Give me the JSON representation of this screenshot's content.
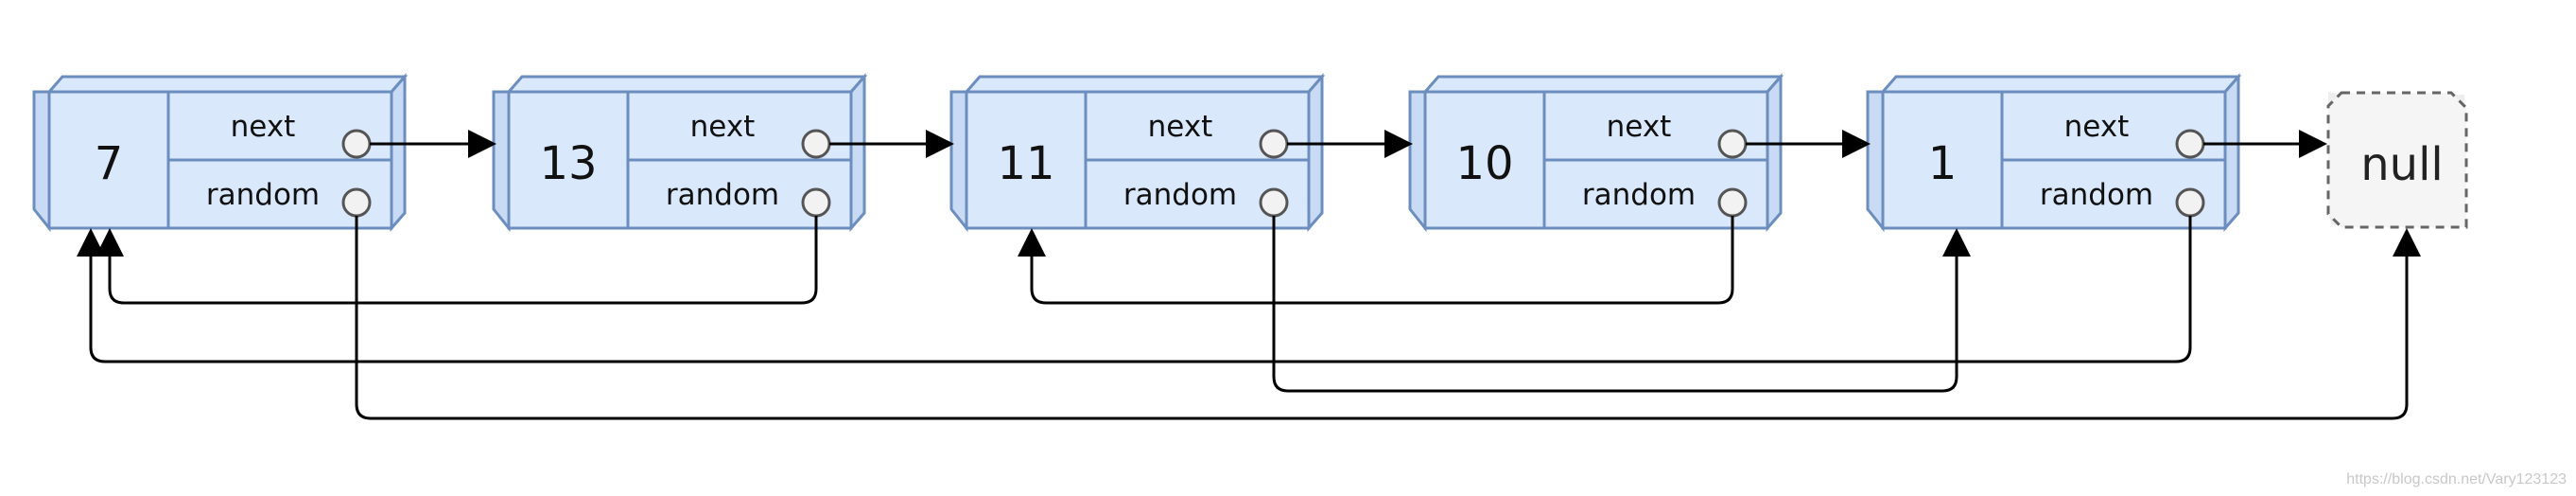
{
  "diagram": {
    "type": "linked-list-with-random-pointer",
    "nodes": [
      {
        "value": "7",
        "next_label": "next",
        "random_label": "random",
        "random_target": "null"
      },
      {
        "value": "13",
        "next_label": "next",
        "random_label": "random",
        "random_target": "7"
      },
      {
        "value": "11",
        "next_label": "next",
        "random_label": "random",
        "random_target": "1"
      },
      {
        "value": "10",
        "next_label": "next",
        "random_label": "random",
        "random_target": "11"
      },
      {
        "value": "1",
        "next_label": "next",
        "random_label": "random",
        "random_target": "7"
      }
    ],
    "terminal": "null",
    "colors": {
      "node_fill": "#dae8fc",
      "node_stroke": "#6c8ebf",
      "null_fill": "#f5f5f5",
      "null_stroke": "#666666",
      "arrow": "#000000"
    }
  },
  "watermark": "https://blog.csdn.net/Vary123123"
}
